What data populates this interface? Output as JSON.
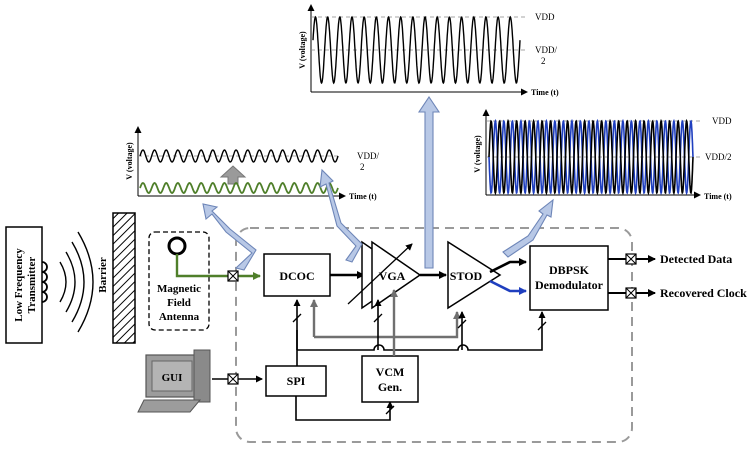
{
  "blocks": {
    "transmitter": [
      "Low Frequency",
      "Transmitter"
    ],
    "barrier": "Barrier",
    "antenna": [
      "Magnetic",
      "Field",
      "Antenna"
    ],
    "gui": "GUI",
    "dcoc": "DCOC",
    "vga": "VGA",
    "stod": "STOD",
    "demod": [
      "DBPSK",
      "Demodulator"
    ],
    "spi": "SPI",
    "vcm": [
      "VCM",
      "Gen."
    ]
  },
  "outputs": {
    "data": "Detected Data",
    "clock": "Recovered Clock"
  },
  "plots": {
    "left": {
      "ylabel": "V (voltage)",
      "xlabel": "Time (t)",
      "ref": [
        "VDD/",
        "2"
      ]
    },
    "top": {
      "ylabel": "V (voltage)",
      "xlabel": "Time (t)",
      "ref_top": "VDD",
      "ref_mid": [
        "VDD/",
        "2"
      ]
    },
    "right": {
      "ylabel": "V (voltage)",
      "xlabel": "Time (t)",
      "ref_top": "VDD",
      "ref_mid": "VDD/2"
    }
  },
  "colors": {
    "green_signal": "#4f7f2a",
    "blue_signal": "#1f3fbf",
    "callout_fill": "#b8c8e6",
    "callout_stroke": "#6e86b8",
    "dashed_box": "#9a9a9a",
    "gray_arrow": "#8c8c8c"
  }
}
